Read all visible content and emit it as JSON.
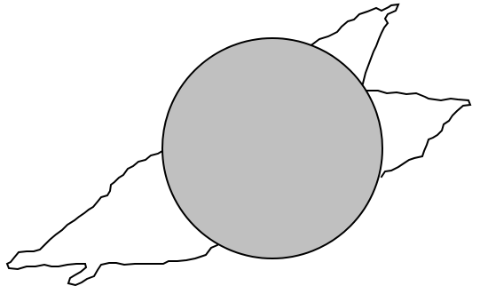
{
  "diagram": {
    "shapes": [
      {
        "kind": "irregular-outline",
        "name": "upper-right-lobe"
      },
      {
        "kind": "irregular-outline",
        "name": "lower-left-lobe"
      },
      {
        "kind": "circle",
        "name": "central-disk"
      }
    ]
  },
  "colors": {
    "background": "#ffffff",
    "stroke": "#000000",
    "disk_fill": "#c0c0c0"
  }
}
